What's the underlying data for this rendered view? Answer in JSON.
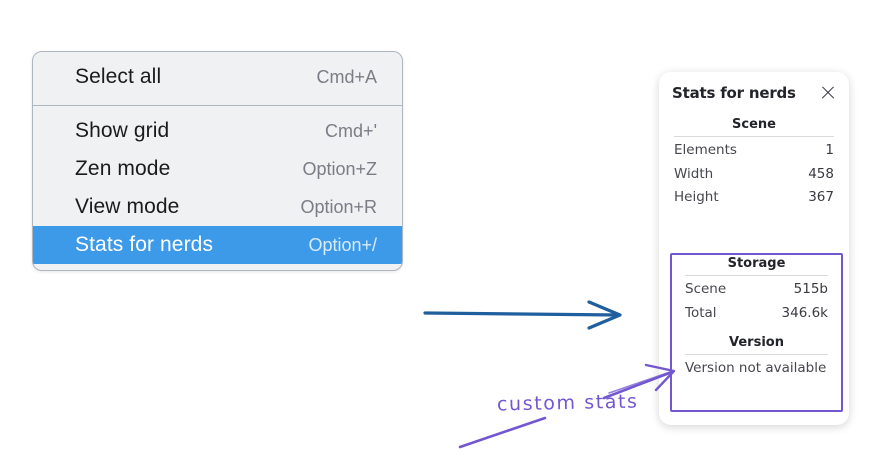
{
  "context_menu": {
    "sections": [
      {
        "items": [
          {
            "label": "Select all",
            "shortcut": "Cmd+A",
            "selected": false
          }
        ]
      },
      {
        "items": [
          {
            "label": "Show grid",
            "shortcut": "Cmd+'",
            "selected": false
          },
          {
            "label": "Zen mode",
            "shortcut": "Option+Z",
            "selected": false
          },
          {
            "label": "View mode",
            "shortcut": "Option+R",
            "selected": false
          },
          {
            "label": "Stats for nerds",
            "shortcut": "Option+/",
            "selected": true
          }
        ]
      }
    ],
    "highlight_color": "#3d9ae8"
  },
  "stats_panel": {
    "title": "Stats for nerds",
    "close_icon": "close-icon",
    "scene": {
      "heading": "Scene",
      "rows": [
        {
          "label": "Elements",
          "value": "1"
        },
        {
          "label": "Width",
          "value": "458"
        },
        {
          "label": "Height",
          "value": "367"
        }
      ]
    },
    "storage": {
      "heading": "Storage",
      "rows": [
        {
          "label": "Scene",
          "value": "515b"
        },
        {
          "label": "Total",
          "value": "346.6k"
        }
      ]
    },
    "version": {
      "heading": "Version",
      "text": "Version not available"
    }
  },
  "annotations": {
    "highlight_color": "#7357d1",
    "arrow_color": "#1f5f9e",
    "handwritten_label": "custom stats"
  }
}
